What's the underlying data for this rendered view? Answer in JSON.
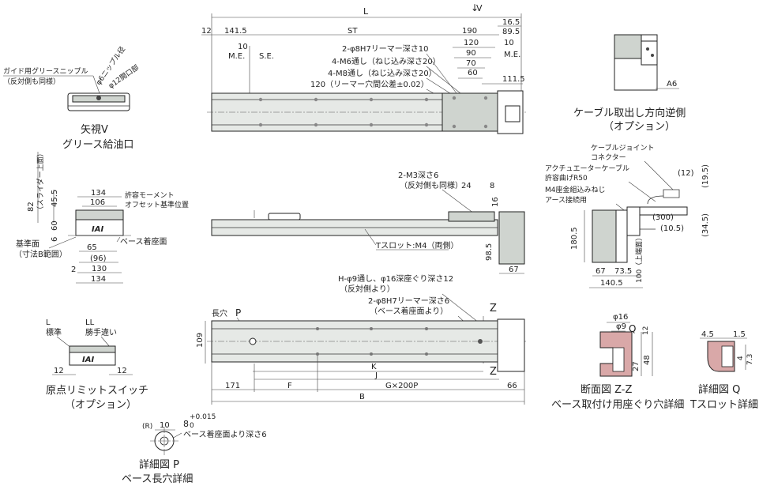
{
  "top_view": {
    "L": "L",
    "V": "V",
    "v_arrow": "↓",
    "d12": "12",
    "d141_5": "141.5",
    "ST": "ST",
    "d190": "190",
    "d16_5": "16.5",
    "d89_5": "89.5",
    "d10a": "10",
    "d10b": "10",
    "me1": "M.E.",
    "se": "S.E.",
    "me2": "M.E.",
    "d120": "120",
    "d90": "90",
    "d70": "70",
    "d60": "60",
    "d111_5": "111.5",
    "note_reamer": "2-φ8H7リーマー深さ10",
    "note_m6": "4-M6通し（ねじ込み深さ20）",
    "note_m8": "4-M8通し（ねじ込み深さ20）",
    "note_tol": "120（リーマー穴間公差±0.02）"
  },
  "view_v": {
    "note_nipple1": "ガイド用グリースニップル",
    "note_nipple2": "（反対側も同様）",
    "phi6": "φ6ニップル径",
    "phi12": "φ12開口部",
    "title1": "矢視V",
    "title2": "グリース給油口"
  },
  "cable_reverse": {
    "a6": "A6",
    "title1": "ケーブル取出し方向逆側",
    "title2": "（オプション）"
  },
  "end_view": {
    "d82": "82",
    "slider_top": "（スライダー上面）",
    "d45_5": "45.5",
    "d60": "60",
    "d6": "6",
    "d134a": "134",
    "d106": "106",
    "moment1": "許容モーメント",
    "moment2": "オフセット基準位置",
    "base_face": "ベース着座面",
    "ref1": "基準面",
    "ref2": "（寸法B範囲）",
    "d65": "65",
    "d96": "(96)",
    "d2": "2",
    "d130": "130",
    "d134b": "134",
    "logo": "IAI"
  },
  "side_view": {
    "note_m3a": "2-M3深さ6",
    "note_m3b": "（反対側も同様）",
    "d24": "24",
    "d8": "8",
    "d16": "16",
    "tslot": "Tスロット:M4（両側）",
    "d98_5": "98.5",
    "d67": "67"
  },
  "cable_side": {
    "joint1": "ケーブルジョイント",
    "joint2": "コネクター",
    "act1": "アクチュエーターケーブル",
    "act2": "許容曲げR50",
    "m4a": "M4座金組込みねじ",
    "m4b": "アース接続用",
    "d12": "(12)",
    "d19_5": "(19.5)",
    "d300": "(300)",
    "d10_5": "(10.5)",
    "d34_5": "(34.5)",
    "d180_5": "180.5",
    "d67": "67",
    "d73_5": "73.5",
    "d140_5": "140.5",
    "d100": "100（上端面）"
  },
  "bottom_view": {
    "note_h1": "H-φ9通し、φ16深座ぐり深さ12",
    "note_h2": "（反対側より）",
    "note_r1": "2-φ8H7リーマー深さ6",
    "note_r2": "（ベース着座面より）",
    "long_hole": "長穴",
    "P": "P",
    "Z1": "Z",
    "Z2": "Z",
    "d109": "109",
    "K": "K",
    "J": "J",
    "B": "B",
    "d171": "171",
    "F": "F",
    "gx": "G×200P",
    "d66": "66"
  },
  "limit_switch": {
    "L": "L",
    "std": "標準",
    "LL": "LL",
    "opp": "勝手違い",
    "d12a": "12",
    "d12b": "12",
    "logo": "IAI",
    "title1": "原点リミットスイッチ",
    "title2": "（オプション）"
  },
  "section_z": {
    "phi16": "φ16",
    "phi9": "φ9",
    "d12": "12",
    "d27": "27",
    "d48": "48",
    "title1": "断面図 Z-Z",
    "title2": "ベース取付け用座ぐり穴詳細"
  },
  "detail_q": {
    "d4_5": "4.5",
    "d1_5": "1.5",
    "d4": "4",
    "d7_3": "7.3",
    "Q": "Q",
    "title1": "詳細図 Q",
    "title2": "Tスロット詳細"
  },
  "detail_p": {
    "R": "(R)",
    "d10": "10",
    "tol_base": "8",
    "tol_sup": "+0.015",
    "tol_sub": "0",
    "depth": "ベース着座面より深さ6",
    "title1": "詳細図 P",
    "title2": "ベース長穴詳細"
  }
}
